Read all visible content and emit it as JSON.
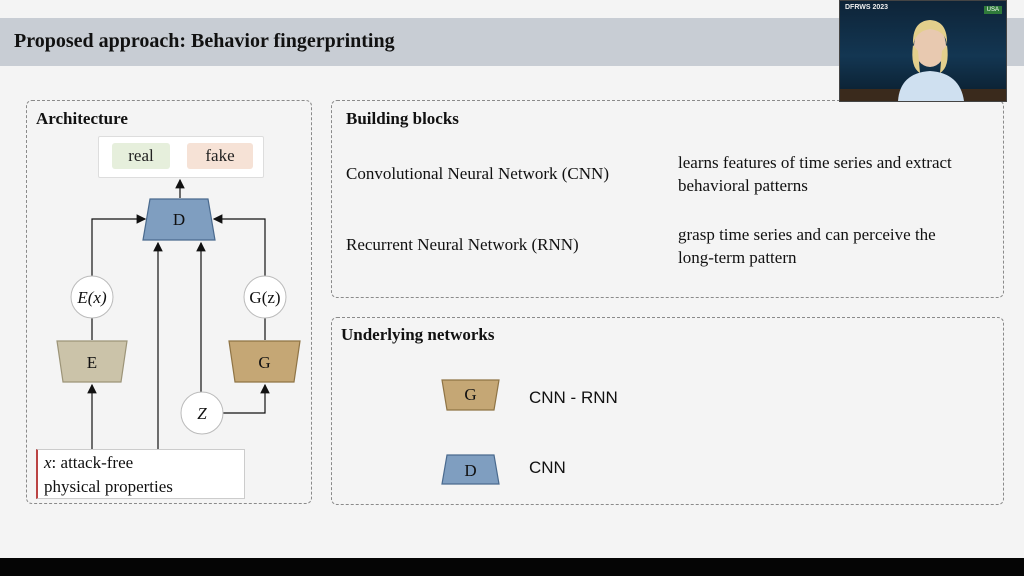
{
  "slide": {
    "title": "Proposed approach: Behavior fingerprinting"
  },
  "architecture": {
    "heading": "Architecture",
    "outputs": [
      "real",
      "fake"
    ],
    "nodes": {
      "discriminator": "D",
      "encoder": "E",
      "generator": "G",
      "encoder_output": "E(x)",
      "generator_output": "G(z)",
      "noise": "Z"
    },
    "input_symbol": "x",
    "input_label_line1": ": attack-free",
    "input_label_line2": "physical properties"
  },
  "building_blocks": {
    "heading": "Building blocks",
    "items": [
      {
        "name": "Convolutional Neural Network (CNN)",
        "description_line1": "learns features of time series and extract",
        "description_line2": "behavioral patterns"
      },
      {
        "name": "Recurrent Neural Network (RNN)",
        "description_line1": "grasp time series and can perceive the",
        "description_line2": "long-term pattern"
      }
    ]
  },
  "underlying_networks": {
    "heading": "Underlying networks",
    "items": [
      {
        "symbol": "G",
        "label": "CNN - RNN"
      },
      {
        "symbol": "D",
        "label": "CNN"
      }
    ]
  },
  "video": {
    "badge_left": "DFRWS 2023",
    "badge_right": "USA"
  },
  "colors": {
    "title_bar": "#c8cdd4",
    "discriminator": "#7f9ec0",
    "encoder": "#cbc3a9",
    "generator": "#c5a775",
    "real_chip": "#e6efdc",
    "fake_chip": "#f6e2d6"
  }
}
